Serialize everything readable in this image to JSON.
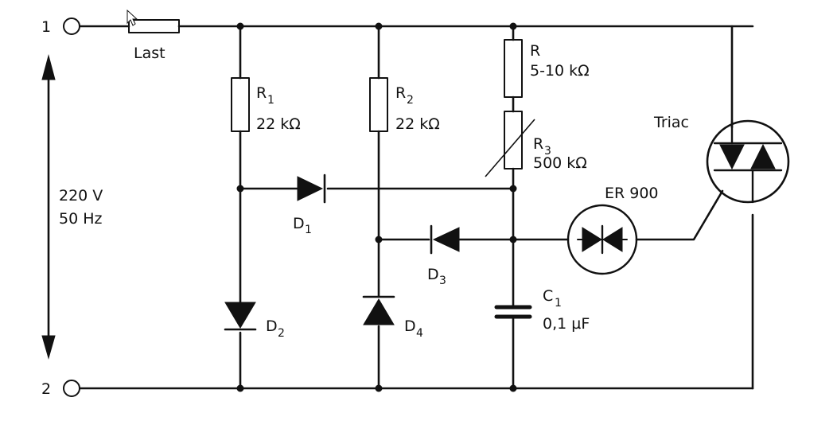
{
  "terminals": {
    "t1": "1",
    "t2": "2"
  },
  "load": {
    "label": "Last"
  },
  "supply": {
    "voltage": "220 V",
    "frequency": "50 Hz"
  },
  "r1": {
    "name": "R",
    "sub": "1",
    "value": "22 kΩ"
  },
  "r2": {
    "name": "R",
    "sub": "2",
    "value": "22 kΩ"
  },
  "r": {
    "name": "R",
    "value": "5-10 kΩ"
  },
  "r3": {
    "name": "R",
    "sub": "3",
    "value": "500 kΩ"
  },
  "d1": {
    "name": "D",
    "sub": "1"
  },
  "d2": {
    "name": "D",
    "sub": "2"
  },
  "d3": {
    "name": "D",
    "sub": "3"
  },
  "d4": {
    "name": "D",
    "sub": "4"
  },
  "c1": {
    "name": "C",
    "sub": "1",
    "value": "0,1 µF"
  },
  "diac": {
    "label": "ER 900"
  },
  "triac": {
    "label": "Triac"
  }
}
